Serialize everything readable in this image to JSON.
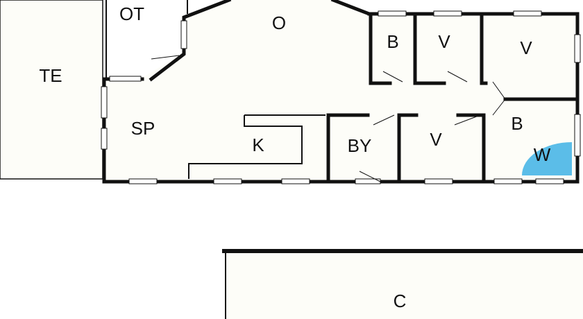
{
  "floor_plan": {
    "rooms": {
      "terrace": "TE",
      "ot": "OT",
      "living": "O",
      "dining": "SP",
      "kitchen": "K",
      "bath_upper": "B",
      "bedroom_1": "V",
      "bedroom_2": "V",
      "utility": "BY",
      "bedroom_3": "V",
      "bath_lower": "B",
      "whirlpool": "W",
      "carport": "C"
    },
    "colors": {
      "wall": "#111111",
      "floor": "#fdfdf8",
      "whirlpool": "#5bbde8"
    }
  }
}
